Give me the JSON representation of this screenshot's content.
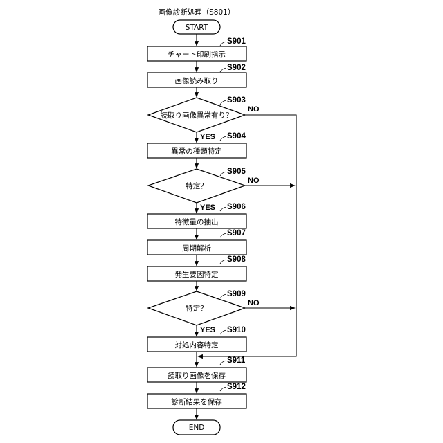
{
  "title": "画像診断処理（S801）",
  "terminals": {
    "start": "START",
    "end": "END"
  },
  "steps": {
    "s901": {
      "label": "チャート印刷指示",
      "id": "S901"
    },
    "s902": {
      "label": "画像読み取り",
      "id": "S902"
    },
    "s903": {
      "label": "読取り画像異常有り？",
      "id": "S903"
    },
    "s904": {
      "label": "異常の種類特定",
      "id": "S904"
    },
    "s905": {
      "label": "特定？",
      "id": "S905"
    },
    "s906": {
      "label": "特徴量の抽出",
      "id": "S906"
    },
    "s907": {
      "label": "周期解析",
      "id": "S907"
    },
    "s908": {
      "label": "発生要因特定",
      "id": "S908"
    },
    "s909": {
      "label": "特定？",
      "id": "S909"
    },
    "s910": {
      "label": "対処内容特定",
      "id": "S910"
    },
    "s911": {
      "label": "読取り画像を保存",
      "id": "S911"
    },
    "s912": {
      "label": "診断結果を保存",
      "id": "S912"
    }
  },
  "branches": {
    "yes": "YES",
    "no": "NO"
  }
}
